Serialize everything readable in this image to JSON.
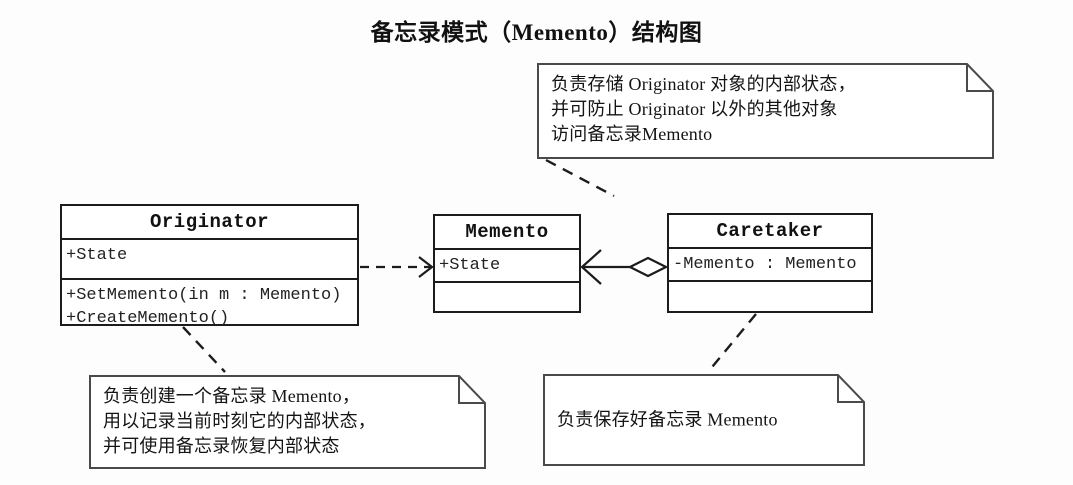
{
  "title": "备忘录模式（Memento）结构图",
  "diagram": {
    "kind": "UML class diagram",
    "classes": [
      {
        "id": "originator",
        "name": "Originator",
        "attributes": [
          "+State"
        ],
        "operations": [
          "+SetMemento(in m : Memento)",
          "+CreateMemento()"
        ]
      },
      {
        "id": "memento",
        "name": "Memento",
        "attributes": [
          "+State"
        ],
        "operations": []
      },
      {
        "id": "caretaker",
        "name": "Caretaker",
        "attributes": [
          "-Memento : Memento"
        ],
        "operations": []
      }
    ],
    "notes": [
      {
        "id": "note-memento",
        "text": "负责存储 Originator 对象的内部状态，\n并可防止 Originator 以外的其他对象\n访问备忘录Memento",
        "attached_to": "memento"
      },
      {
        "id": "note-originator",
        "text": "负责创建一个备忘录 Memento，\n用以记录当前时刻它的内部状态，\n并可使用备忘录恢复内部状态",
        "attached_to": "originator"
      },
      {
        "id": "note-caretaker",
        "text": "负责保存好备忘录 Memento",
        "attached_to": "caretaker"
      }
    ],
    "relations": [
      {
        "id": "dependency-originator-memento",
        "type": "dependency",
        "from": "Originator",
        "to": "Memento",
        "style": "dashed open arrow"
      },
      {
        "id": "aggregation-caretaker-memento",
        "type": "aggregation",
        "from": "Caretaker",
        "to": "Memento",
        "style": "solid line, hollow diamond at Caretaker, open arrow at Memento"
      }
    ],
    "colors": {
      "stroke": "#1c1c1c",
      "note_stroke": "#4a4a4a",
      "text": "#141414",
      "background": "#fdfdfd"
    }
  }
}
